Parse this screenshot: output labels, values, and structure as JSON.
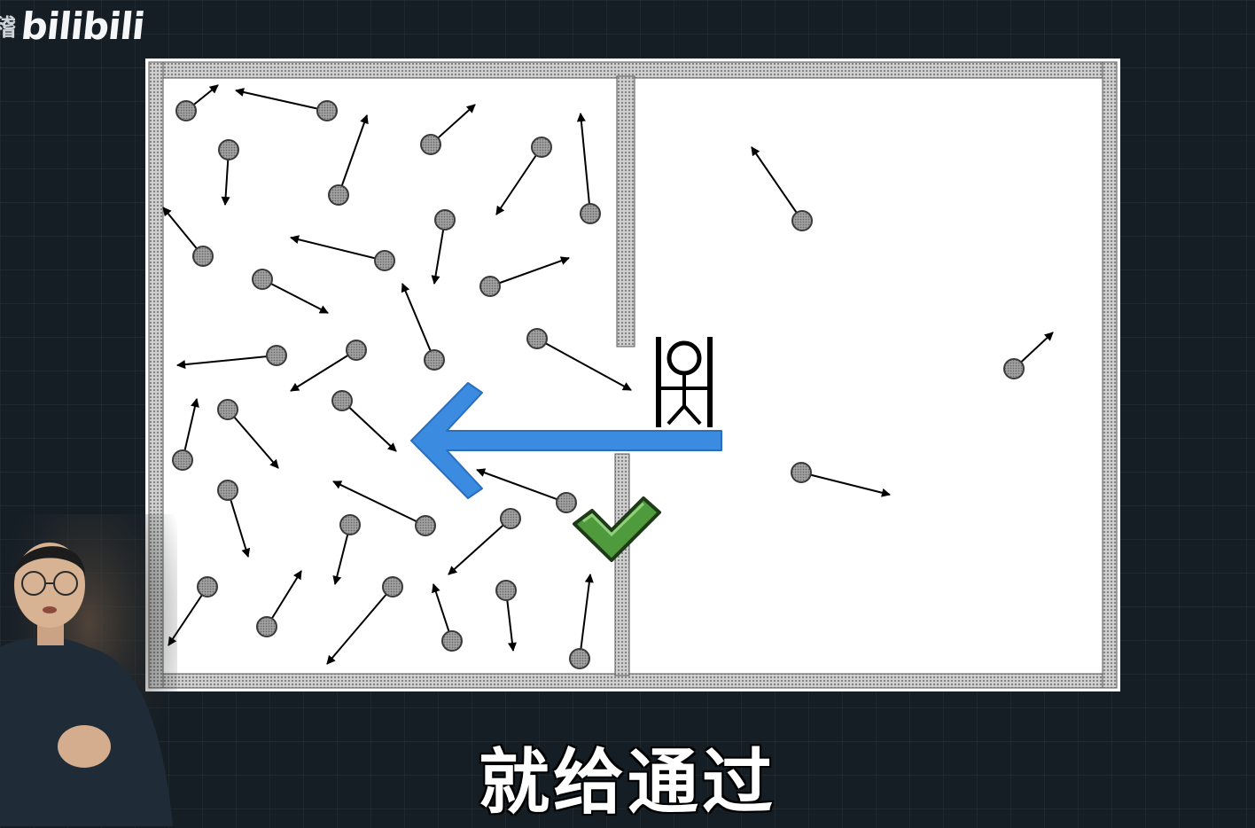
{
  "watermark": {
    "prefix": "稽",
    "logo": "bilibili"
  },
  "subtitle": "就给通过",
  "colors": {
    "background": "#151e25",
    "wall": "#9a9a9a",
    "particle": "#8c8c8c",
    "arrow_pointer": "#3b8be0",
    "checkmark": "#4e9a3c"
  },
  "icons": [
    "stick-figure-gatekeeper-icon",
    "left-arrow-icon",
    "checkmark-icon",
    "particle-icon"
  ]
}
